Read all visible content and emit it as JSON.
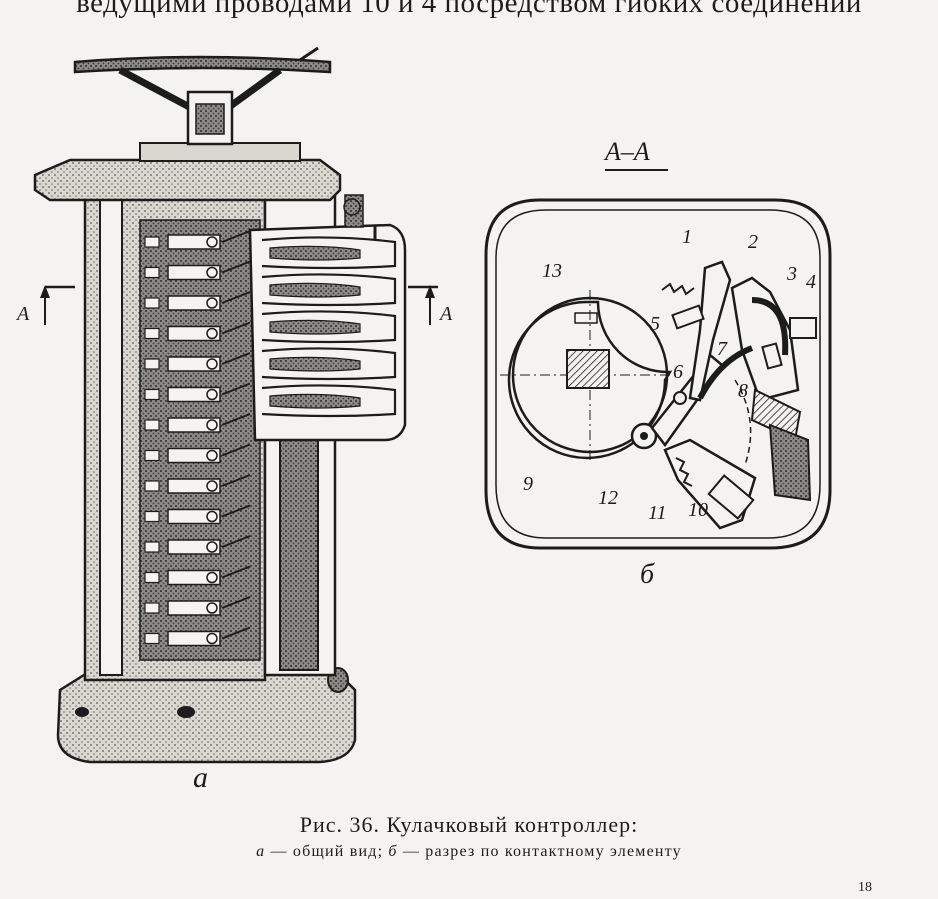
{
  "header_text": "ведущими проводами 10 и 4 посредством гибких соединений",
  "left_view": {
    "section_mark_left": "A",
    "section_mark_right": "A",
    "sublabel": "а"
  },
  "right_view": {
    "section_title": "А–А",
    "sublabel": "б",
    "part_labels": [
      "1",
      "2",
      "3",
      "4",
      "5",
      "6",
      "7",
      "8",
      "9",
      "10",
      "11",
      "12",
      "13"
    ]
  },
  "caption": {
    "title": "Рис. 36. Кулачковый контроллер:",
    "a_letter": "а",
    "a_text": " — общий вид; ",
    "b_letter": "б",
    "b_text": " — разрез по контактному элементу"
  },
  "page_number": "18"
}
